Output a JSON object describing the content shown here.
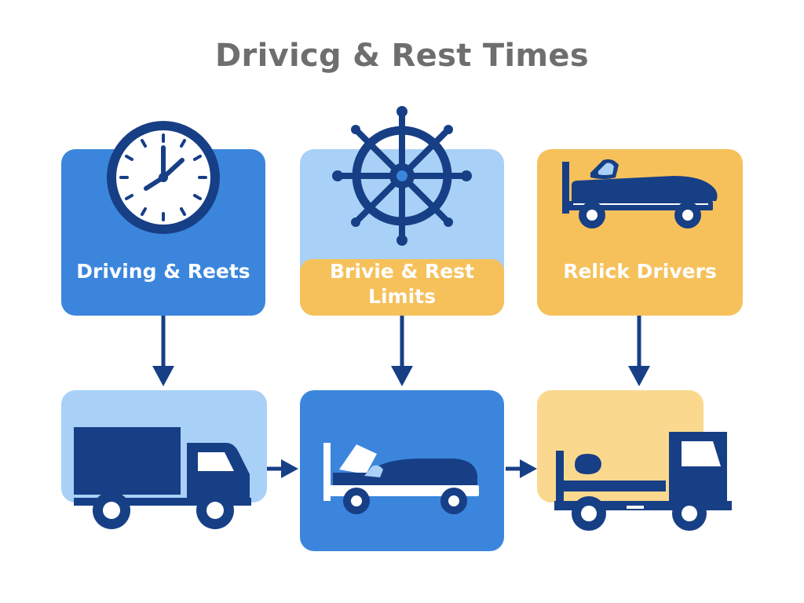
{
  "title": "Drivicg & Rest Times",
  "colors": {
    "title": "#6e6e6e",
    "navy": "#173f86",
    "blue": "#3b86dc",
    "light_blue": "#a9d1f7",
    "amber": "#f6c15b",
    "light_amber": "#fad98e",
    "white": "#ffffff"
  },
  "top_row": [
    {
      "label": "Driving & Reets",
      "icon": "clock-icon"
    },
    {
      "label_line1": "Brivie & Rest",
      "label_line2": "Limits",
      "icon": "ship-wheel-icon"
    },
    {
      "label": "Relick Drivers",
      "icon": "sleeper-truck-icon"
    }
  ],
  "bottom_row": [
    {
      "icon": "box-truck-icon"
    },
    {
      "icon": "bed-icon"
    },
    {
      "icon": "truck-with-bunk-icon"
    }
  ]
}
